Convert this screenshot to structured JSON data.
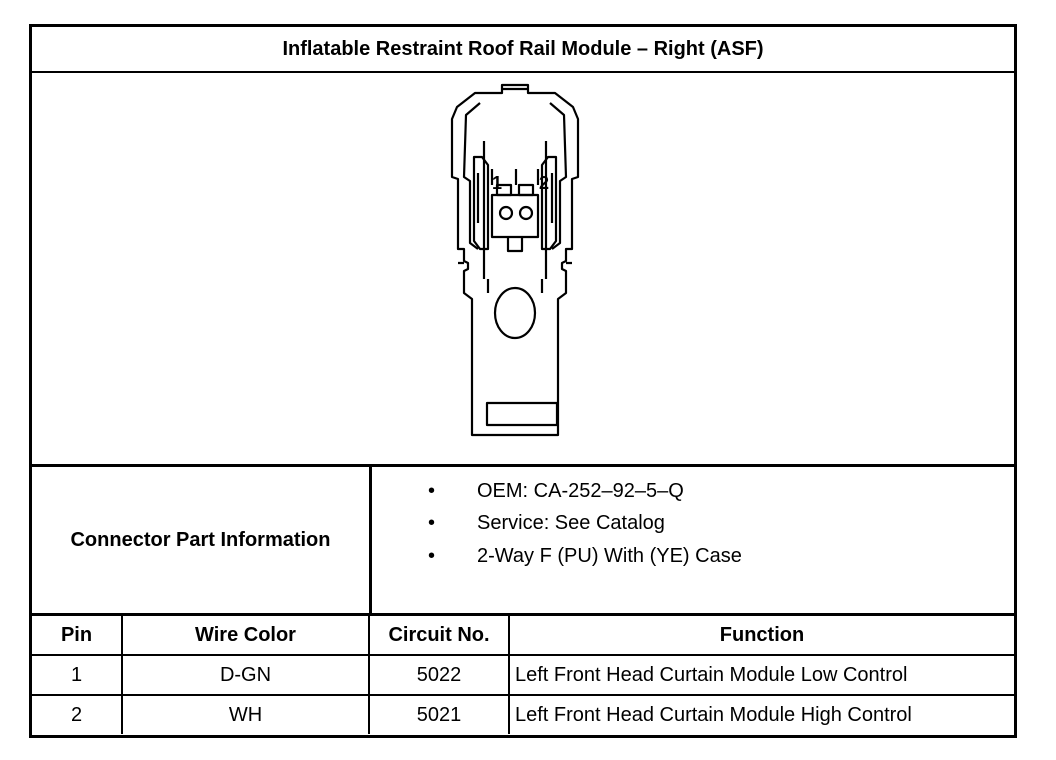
{
  "title": "Inflatable Restraint Roof Rail Module – Right (ASF)",
  "diagram": {
    "pin_labels": [
      "1",
      "2"
    ]
  },
  "connector_info": {
    "label": "Connector Part Information",
    "items": [
      "OEM: CA-252–92–5–Q",
      "Service: See Catalog",
      "2-Way F (PU) With (YE) Case"
    ],
    "bullet": "•"
  },
  "pin_table": {
    "headers": [
      "Pin",
      "Wire Color",
      "Circuit No.",
      "Function"
    ],
    "rows": [
      {
        "pin": "1",
        "wire_color": "D-GN",
        "circuit": "5022",
        "function": "Left Front Head Curtain Module Low Control"
      },
      {
        "pin": "2",
        "wire_color": "WH",
        "circuit": "5021",
        "function": "Left Front Head Curtain Module High Control"
      }
    ]
  }
}
